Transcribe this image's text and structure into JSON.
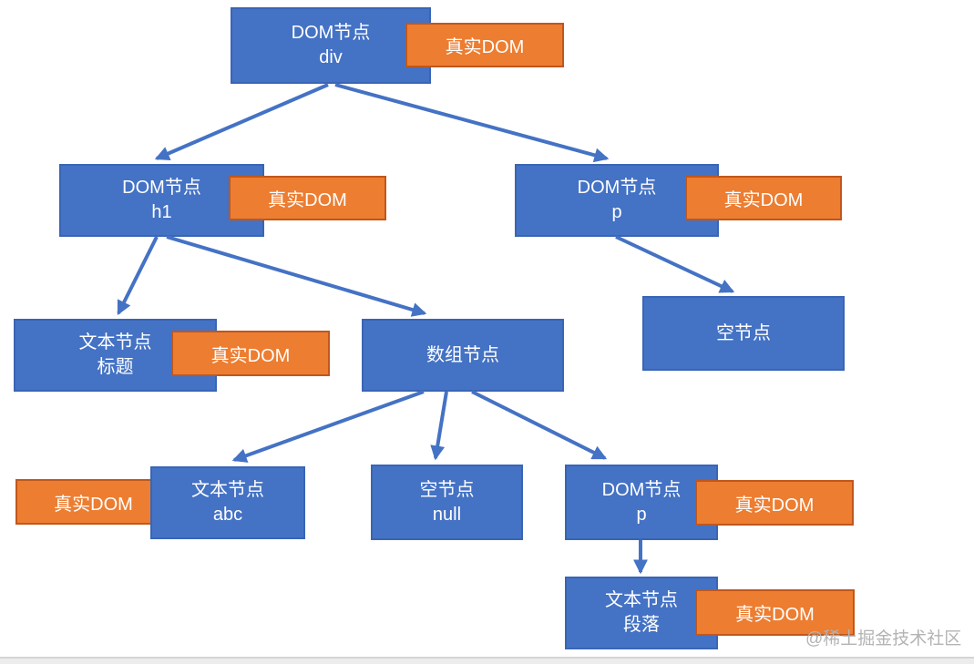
{
  "colors": {
    "node_fill": "#4472c4",
    "node_border": "#3a65b5",
    "tag_fill": "#ed7d31",
    "tag_border": "#c0571c",
    "arrow": "#4472c4",
    "node_text": "#ffffff",
    "watermark_text": "#b3b3b3"
  },
  "watermark": "@稀土掘金技术社区",
  "diagram": {
    "tag_label": "真实DOM",
    "nodes": [
      {
        "id": "dom-div",
        "line1": "DOM节点",
        "line2": "div",
        "tag": "真实DOM"
      },
      {
        "id": "dom-h1",
        "line1": "DOM节点",
        "line2": "h1",
        "tag": "真实DOM"
      },
      {
        "id": "dom-p",
        "line1": "DOM节点",
        "line2": "p",
        "tag": "真实DOM"
      },
      {
        "id": "text-title",
        "line1": "文本节点",
        "line2": "标题",
        "tag": "真实DOM"
      },
      {
        "id": "array",
        "line1": "数组节点"
      },
      {
        "id": "empty",
        "line1": "空节点"
      },
      {
        "id": "text-abc",
        "line1": "文本节点",
        "line2": "abc",
        "tag": "真实DOM"
      },
      {
        "id": "empty-null",
        "line1": "空节点",
        "line2": "null"
      },
      {
        "id": "dom-p2",
        "line1": "DOM节点",
        "line2": "p",
        "tag": "真实DOM"
      },
      {
        "id": "text-para",
        "line1": "文本节点",
        "line2": "段落",
        "tag": "真实DOM"
      }
    ],
    "edges": [
      {
        "from": "dom-div",
        "to": "dom-h1"
      },
      {
        "from": "dom-div",
        "to": "dom-p"
      },
      {
        "from": "dom-h1",
        "to": "text-title"
      },
      {
        "from": "dom-h1",
        "to": "array"
      },
      {
        "from": "dom-p",
        "to": "empty"
      },
      {
        "from": "array",
        "to": "text-abc"
      },
      {
        "from": "array",
        "to": "empty-null"
      },
      {
        "from": "array",
        "to": "dom-p2"
      },
      {
        "from": "dom-p2",
        "to": "text-para"
      }
    ]
  }
}
